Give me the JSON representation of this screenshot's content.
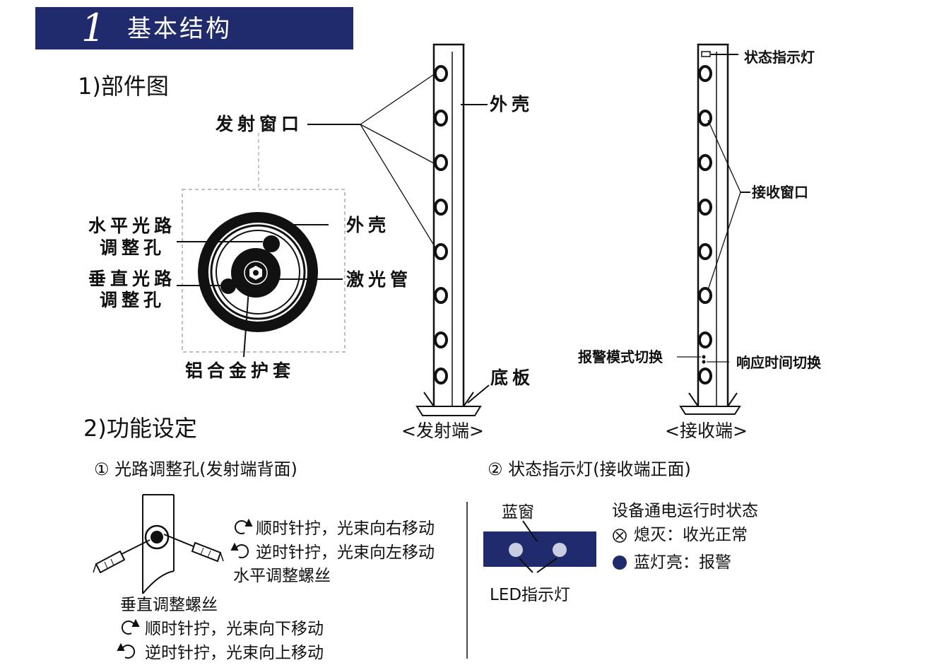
{
  "header": {
    "number": "1",
    "title": "基本结构"
  },
  "section1": {
    "title": "1)部件图",
    "emit_window": "发射窗口",
    "shell": "外壳",
    "shell_small": "外壳",
    "horizontal_hole_l1": "水平光路",
    "horizontal_hole_l2": "调整孔",
    "vertical_hole_l1": "垂直光路",
    "vertical_hole_l2": "调整孔",
    "laser_tube": "激光管",
    "alloy_cover": "铝合金护套",
    "base_plate": "底板",
    "emitter_caption": "<发射端>",
    "receiver_caption": "<接收端>",
    "status_light": "状态指示灯",
    "receive_window": "接收窗口",
    "alarm_mode": "报警模式切换",
    "response_time": "响应时间切换"
  },
  "section2": {
    "title": "2)功能设定",
    "sub1": "① 光路调整孔(发射端背面)",
    "sub2": "② 状态指示灯(接收端正面)",
    "cw_right": "顺时针拧，光束向右移动",
    "ccw_left": "逆时针拧，光束向左移动",
    "horizontal_screw": "水平调整螺丝",
    "vertical_screw": "垂直调整螺丝",
    "cw_down": "顺时针拧，光束向下移动",
    "ccw_up": "逆时针拧，光束向上移动",
    "blue_window": "蓝窗",
    "led_label": "LED指示灯",
    "state_title": "设备通电运行时状态",
    "state_off": "熄灭：收光正常",
    "state_on": "蓝灯亮：报警"
  },
  "colors": {
    "navy": "#1f2b6c",
    "led": "#c9cde0"
  },
  "icons": [
    "clockwise-arrow-icon",
    "counterclockwise-arrow-icon",
    "circled-x-icon",
    "filled-circle-icon"
  ]
}
